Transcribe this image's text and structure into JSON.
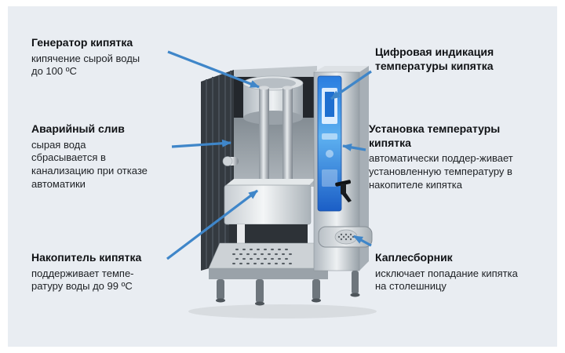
{
  "colors": {
    "panel_bg": "#e9edf2",
    "arrow": "#3f86c9",
    "display_blue": "#2a7de0"
  },
  "annotations": {
    "generator": {
      "title": "Генератор кипятка",
      "body": "кипячение сырой воды\nдо 100 ºС"
    },
    "drain": {
      "title": "Аварийный слив",
      "body": "сырая вода\nсбрасывается в\nканализацию при отказе\nавтоматики"
    },
    "accumulator": {
      "title": "Накопитель кипятка",
      "body": "поддерживает темпе-\nратуру воды до 99 ºС"
    },
    "display": {
      "title": "Цифровая индикация\nтемпературы кипятка",
      "body": ""
    },
    "temp_setting": {
      "title": "Установка температуры\nкипятка",
      "body": "автоматически поддер-живает\nустановленную температуру в\nнакопителе кипятка"
    },
    "drip_tray": {
      "title": "Каплесборник",
      "body": "исключает попадание кипятка\nна столешницу"
    }
  }
}
